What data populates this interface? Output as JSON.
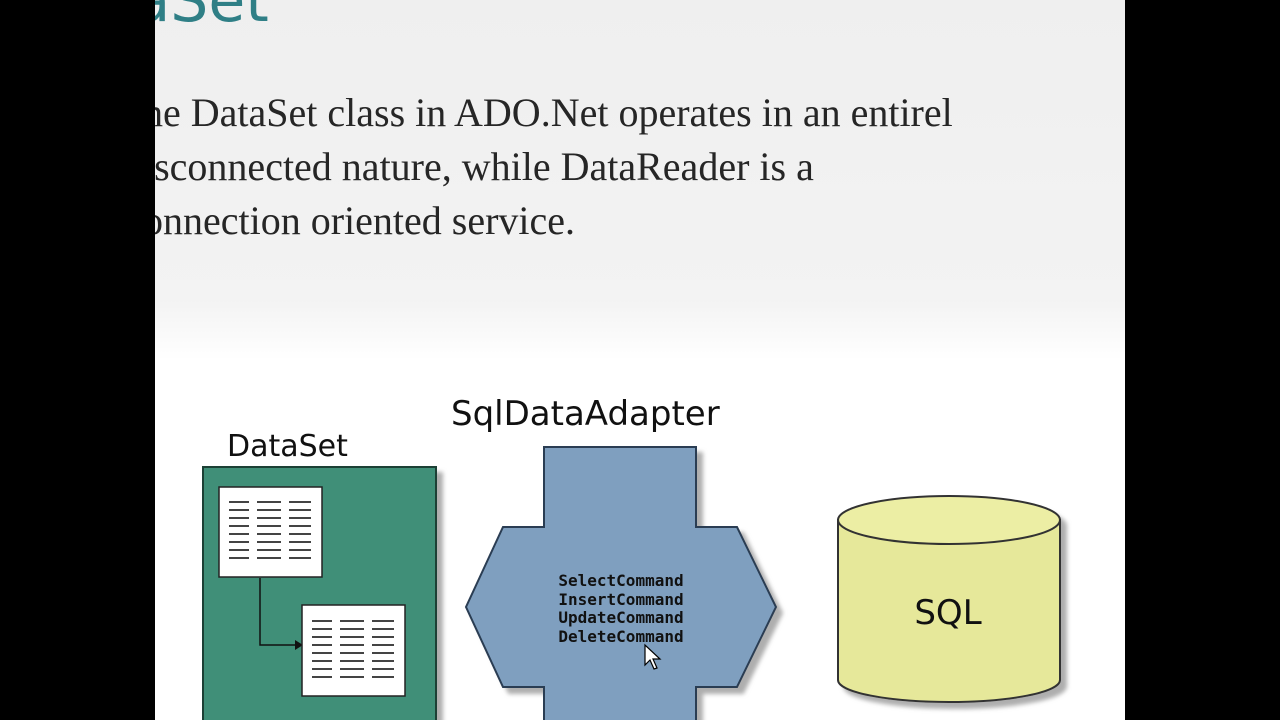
{
  "slide": {
    "title": "taSet",
    "body_lines": [
      "he DataSet class in ADO.Net operates in an entirel",
      "isconnected nature, while DataReader is a",
      "onnection oriented service."
    ]
  },
  "diagram": {
    "dataset_label": "DataSet",
    "adapter_label": "SqlDataAdapter",
    "commands": [
      "SelectCommand",
      "InsertCommand",
      "UpdateCommand",
      "DeleteCommand"
    ],
    "database_label": "SQL",
    "colors": {
      "dataset_fill": "#3f8f78",
      "adapter_fill": "#7f9fbf",
      "database_fill": "#e6e89a",
      "title_color": "#2f7f86"
    }
  },
  "icons": [
    "table-icon",
    "arrow-icon",
    "database-cylinder-icon",
    "mouse-cursor-icon"
  ]
}
